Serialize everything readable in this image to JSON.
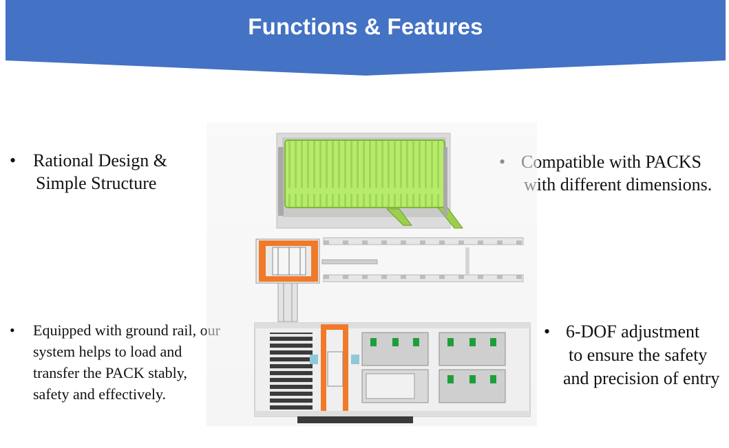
{
  "header": {
    "title": "Functions & Features",
    "banner_color": "#4472C4"
  },
  "features": [
    {
      "bullet": "•",
      "lines": [
        "Rational Design &",
        "Simple Structure"
      ]
    },
    {
      "bullet": "•",
      "lines": [
        "Compatible with PACKS",
        "with different dimensions."
      ]
    },
    {
      "bullet": "•",
      "lines": [
        "Equipped with ground rail, our",
        "system helps to load and",
        "transfer the PACK stably,",
        "safety and effectively."
      ]
    },
    {
      "bullet": "•",
      "lines": [
        "6-DOF adjustment",
        "to ensure the safety",
        "and precision of entry"
      ]
    }
  ],
  "illustration": {
    "subject": "automated PACK loading system top view",
    "colors": {
      "pack": "#B7EB6B",
      "frame": "#F07A2A",
      "module_marker": "#1E9E3A"
    }
  }
}
